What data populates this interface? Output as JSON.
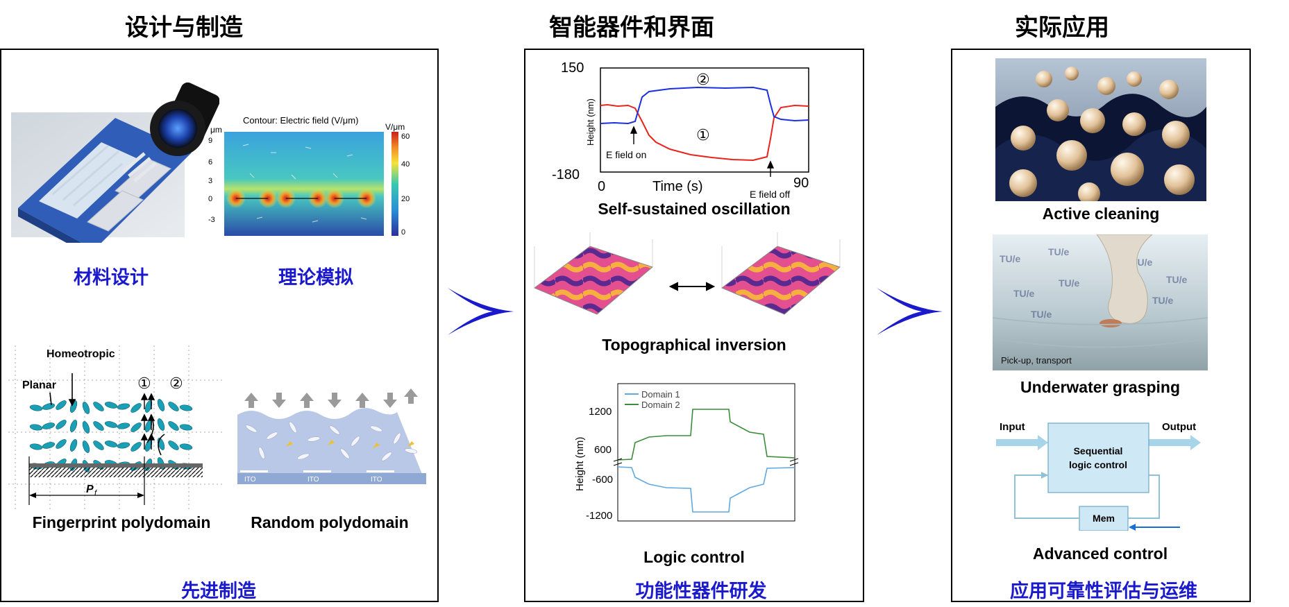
{
  "columns": [
    {
      "title": "设计与制造"
    },
    {
      "title": "智能器件和界面"
    },
    {
      "title": "实际应用"
    }
  ],
  "left": {
    "material_design": "材料设计",
    "simulation": "理论模拟",
    "contour_title": "Contour: Electric field (V/μm)",
    "contour_unit": "V/μm",
    "contour_axis_unit": "μm",
    "contour_y_ticks": [
      "9",
      "6",
      "3",
      "0",
      "-3"
    ],
    "colorbar_ticks": [
      "60",
      "40",
      "20",
      "0"
    ],
    "homeotropic": "Homeotropic",
    "planar": "Planar",
    "marker1": "①",
    "marker2": "②",
    "pitch": "P",
    "pitch_sub": "f",
    "ito": [
      "ITO",
      "ITO",
      "ITO"
    ],
    "fingerprint": "Fingerprint polydomain",
    "random": "Random polydomain",
    "advanced_mfg": "先进制造"
  },
  "middle": {
    "osc_ylabel": "Height (nm)",
    "osc_ytop": "150",
    "osc_ybot": "-180",
    "osc_x0": "0",
    "osc_x1": "90",
    "osc_xlabel": "Time (s)",
    "e_field_on": "E field on",
    "e_field_off": "E field off",
    "marker1": "①",
    "marker2": "②",
    "osc_caption": "Self-sustained oscillation",
    "topo_caption": "Topographical inversion",
    "logic_ylabel": "Height (nm)",
    "logic_ticks": [
      "1200",
      "600",
      "-600",
      "-1200"
    ],
    "legend1": "Domain 1",
    "legend2": "Domain 2",
    "logic_caption": "Logic control",
    "device_rd": "功能性器件研发"
  },
  "right": {
    "cleaning": "Active cleaning",
    "pickup": "Pick-up, transport",
    "grasping": "Underwater grasping",
    "input": "Input",
    "output": "Output",
    "seq1": "Sequential",
    "seq2": "logic control",
    "mem": "Mem",
    "advanced": "Advanced control",
    "reliability": "应用可靠性评估与运维"
  },
  "colors": {
    "accent_blue": "#1a1acc",
    "red": "#e8241c",
    "blue": "#1b2fe0",
    "light_blue": "#5fa8e0",
    "green": "#3a8c3a"
  }
}
